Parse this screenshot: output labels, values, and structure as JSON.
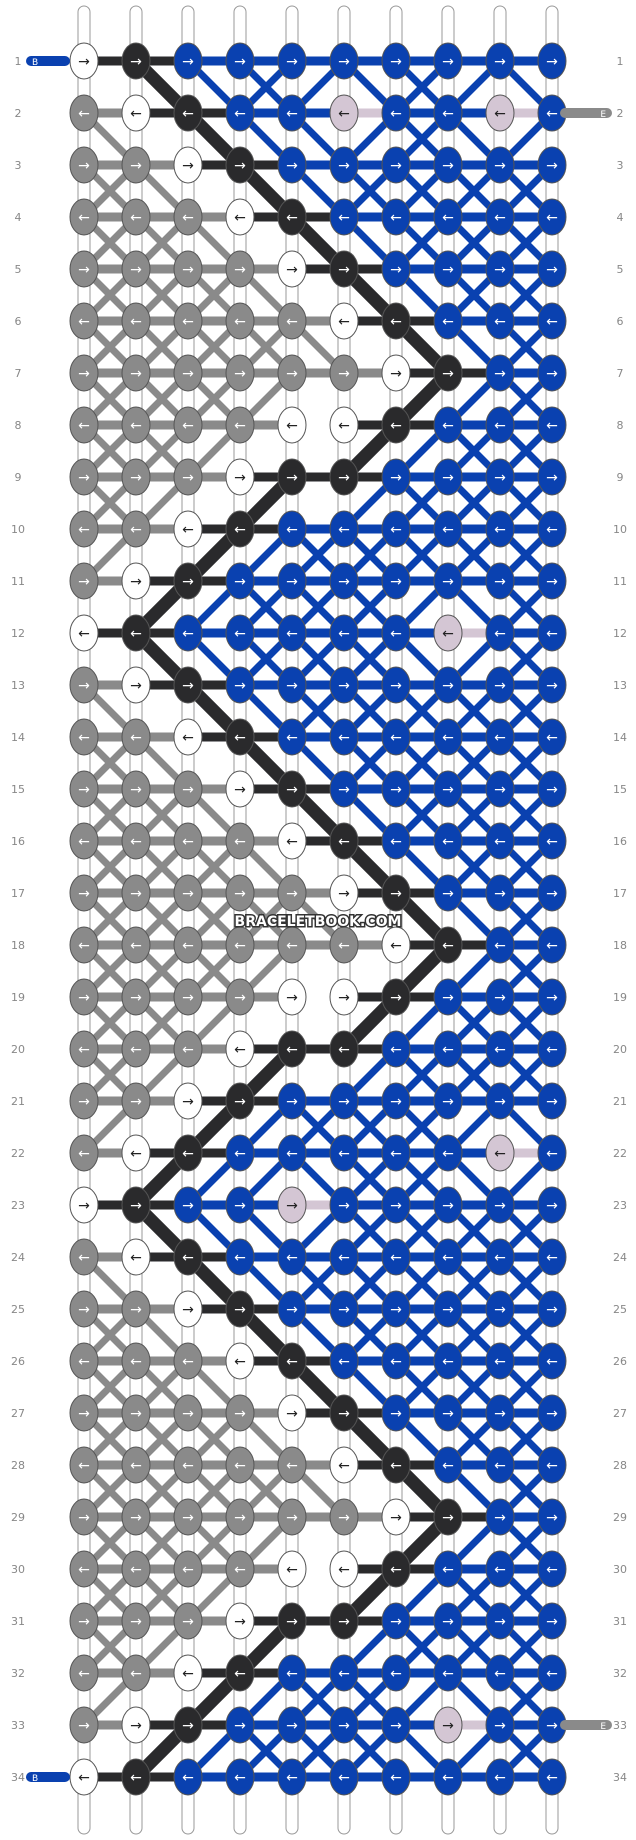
{
  "watermark": "BRACELETBOOK.COM",
  "row_labels": [
    "1",
    "2",
    "3",
    "4",
    "5",
    "6",
    "7",
    "8",
    "9",
    "10",
    "11",
    "12",
    "13",
    "14",
    "15",
    "16",
    "17",
    "18",
    "19",
    "20",
    "21",
    "22",
    "23",
    "24",
    "25",
    "26",
    "27",
    "28",
    "29",
    "30",
    "31",
    "32",
    "33",
    "34"
  ],
  "side_tags": {
    "left": "B",
    "right": "E"
  },
  "colors": {
    "A": "#2a2a2c",
    "B": "#0a41b0",
    "C": "#ffffff",
    "D": "#8a8a8a",
    "E": "#d4c6d4"
  },
  "knot_glyphs": {
    "f": "→",
    "b": "←"
  },
  "pattern": {
    "strings": 10,
    "rows": 34,
    "knots": [
      "CfAfBfBfBfBfBfBfBfBf",
      "DbCbAbBbBbEbBbBbEbBb",
      "DfDfCfAfBfBfBfBfBfBf",
      "DbDbDbCbAbBbBbBbBbBb",
      "DfDfDfDfCfAfBfBfBfBf",
      "DbDbDbDbDbCbAbBbBbBb",
      "DfDfDfDfDfDfCfAfBfBf",
      "DbDbDbDbCbCbAbBbBbBb",
      "DfDfDfCfAfAfBfBfBfBf",
      "DbDbCbAbBbBbBbBbBbBb",
      "DfCfAfBfBfBfBfBfBfBf",
      "CbAbBbBbBbBbBbEbBbBb",
      "DfCfAfBfBfBfBfBfBfBf",
      "DbDbCbAbBbBbBbBbBbBb",
      "DfDfDfCfAfBfBfBfBfBf",
      "DbDbDbDbCbAbBbBbBbBb",
      "DfDfDfDfDfCfAfBfBfBf",
      "DbDbDbDbDbDbCbAbBbBb",
      "DfDfDfDfCfCfAfBfBfBf",
      "DbDbDbCbAbAbBbBbBbBb",
      "DfDfCfAfBfBfBfBfBfBf",
      "DbCbAbBbBbBbBbBbEbBb",
      "CfAfBfBfEfBfBfBfBfBf",
      "DbCbAbBbBbBbBbBbBbBb",
      "DfDfCfAfBfBfBfBfBfBf",
      "DbDbDbCbAbBbBbBbBbBb",
      "DfDfDfDfCfAfBfBfBfBf",
      "DbDbDbDbDbCbAbBbBbBb",
      "DfDfDfDfDfDfCfAfBfBf",
      "DbDbDbDbCbCbAbBbBbBb",
      "DfDfDfCfAfAfBfBfBfBf",
      "DbDbCbAbBbBbBbBbBbBb",
      "DfCfAfBfBfBfBfEfBfBf",
      "CbAbBbBbBbBbBbBbBbBb"
    ]
  }
}
